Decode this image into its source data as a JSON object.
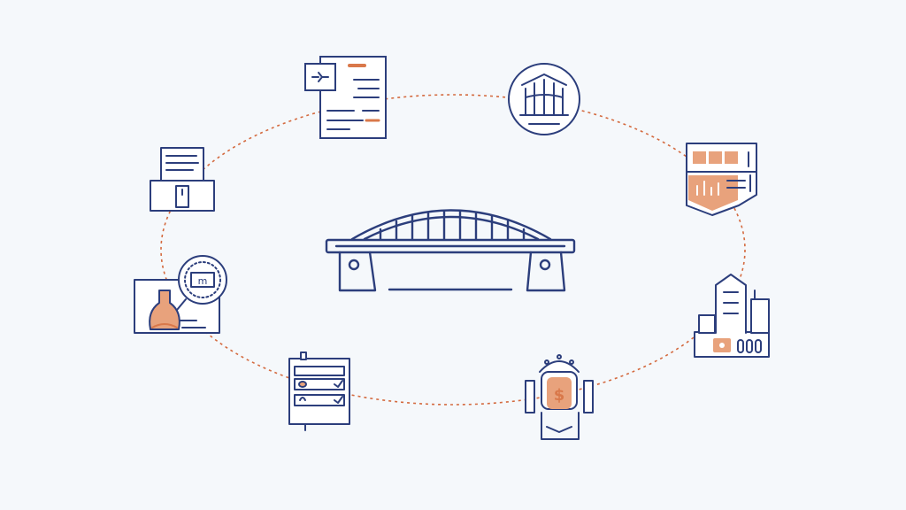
{
  "colors": {
    "background": "#f5f8fb",
    "line": "#2c3e7c",
    "accent": "#d9784a",
    "accent_fill": "#e8a27c",
    "dashed_ring": "#d46a3f"
  },
  "diagram": {
    "center": {
      "icon": "bridge-icon"
    },
    "nodes": [
      {
        "id": "document",
        "icon": "document-checklist-icon"
      },
      {
        "id": "building",
        "icon": "bank-building-icon"
      },
      {
        "id": "dashboard",
        "icon": "dashboard-chart-icon"
      },
      {
        "id": "city",
        "icon": "city-buildings-icon"
      },
      {
        "id": "money-bag",
        "icon": "money-bag-person-icon"
      },
      {
        "id": "checklist",
        "icon": "checklist-board-icon"
      },
      {
        "id": "inspection",
        "icon": "magnifier-inspection-icon"
      },
      {
        "id": "printer",
        "icon": "printer-icon"
      }
    ],
    "magnifier_text": "m",
    "money_symbol": "$"
  }
}
